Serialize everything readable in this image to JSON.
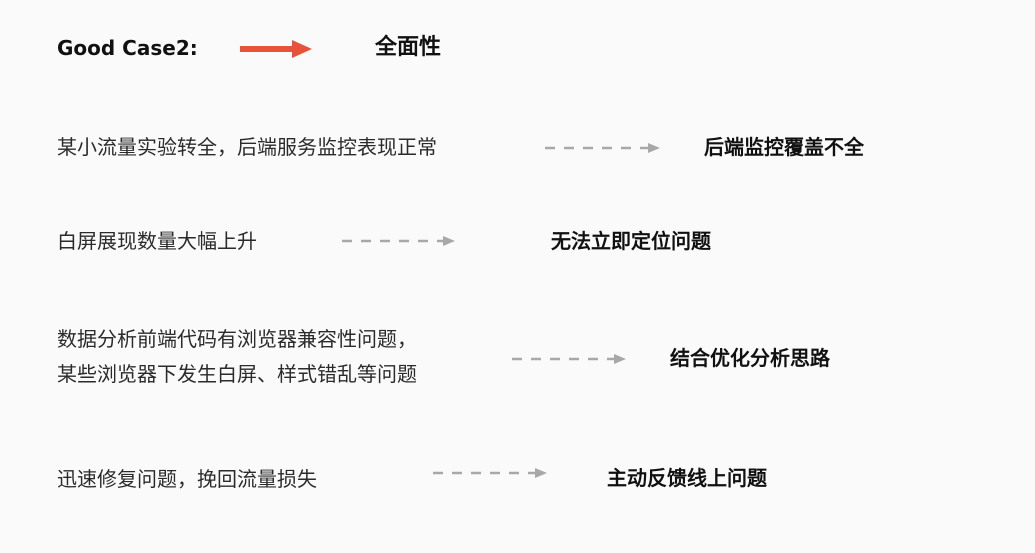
{
  "title": "Good Case2:",
  "subtitle": "全面性",
  "colors": {
    "accent_arrow": "#e8523a",
    "dashed_arrow": "#a8a8a8",
    "background": "#fafafa"
  },
  "icons": {
    "title_arrow": "solid-right-arrow-icon",
    "row_arrow": "dashed-right-arrow-icon"
  },
  "rows": [
    {
      "cause": [
        "某小流量实验转全，后端服务监控表现正常"
      ],
      "effect": "后端监控覆盖不全"
    },
    {
      "cause": [
        "白屏展现数量大幅上升"
      ],
      "effect": "无法立即定位问题"
    },
    {
      "cause": [
        "数据分析前端代码有浏览器兼容性问题，",
        "某些浏览器下发生白屏、样式错乱等问题"
      ],
      "effect": "结合优化分析思路"
    },
    {
      "cause": [
        "迅速修复问题，挽回流量损失"
      ],
      "effect": "主动反馈线上问题"
    }
  ]
}
